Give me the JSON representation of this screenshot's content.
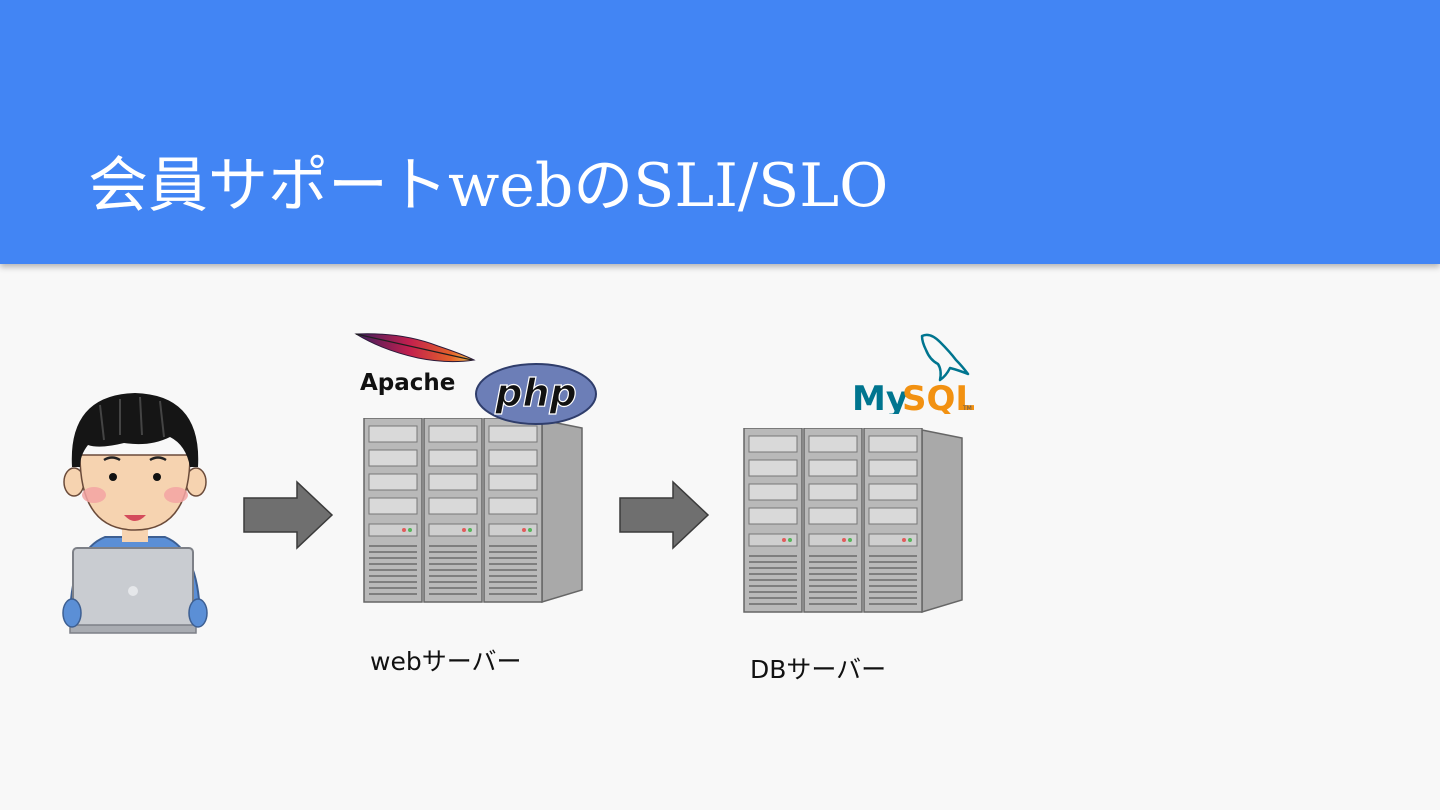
{
  "slide": {
    "title": "会員サポートwebのSLI/SLO"
  },
  "diagram": {
    "web_server_label": "webサーバー",
    "db_server_label": "DBサーバー",
    "apache_logo_text": "Apache",
    "php_logo_text": "php",
    "mysql_logo_text_my": "My",
    "mysql_logo_text_sql": "SQL",
    "mysql_logo_tm": "TM"
  },
  "colors": {
    "header": "#4285f4",
    "background": "#f8f8f8",
    "arrow": "#6f6f6f",
    "server": "#b7b7b7",
    "php_badge": "#6c7eb7",
    "mysql_blue": "#00758f",
    "mysql_orange": "#f29111"
  }
}
